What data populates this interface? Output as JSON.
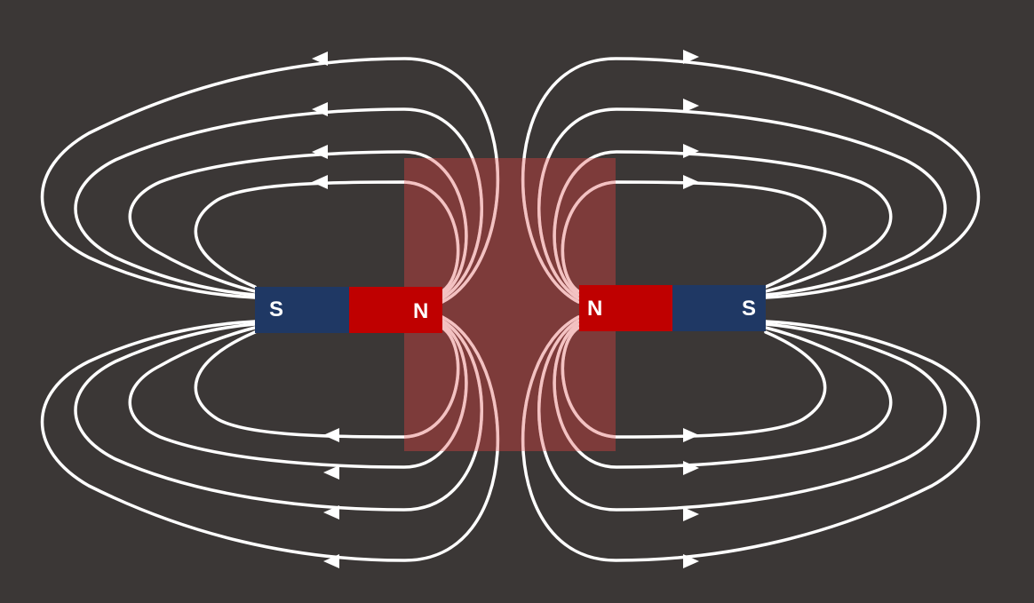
{
  "colors": {
    "background": "#3b3736",
    "field_line": "#ffffff",
    "north_pole": "#bf0000",
    "south_pole": "#1f3864",
    "repulsion_zone": "#d94040"
  },
  "left_magnet": {
    "south_label": "S",
    "north_label": "N"
  },
  "right_magnet": {
    "north_label": "N",
    "south_label": "S"
  }
}
